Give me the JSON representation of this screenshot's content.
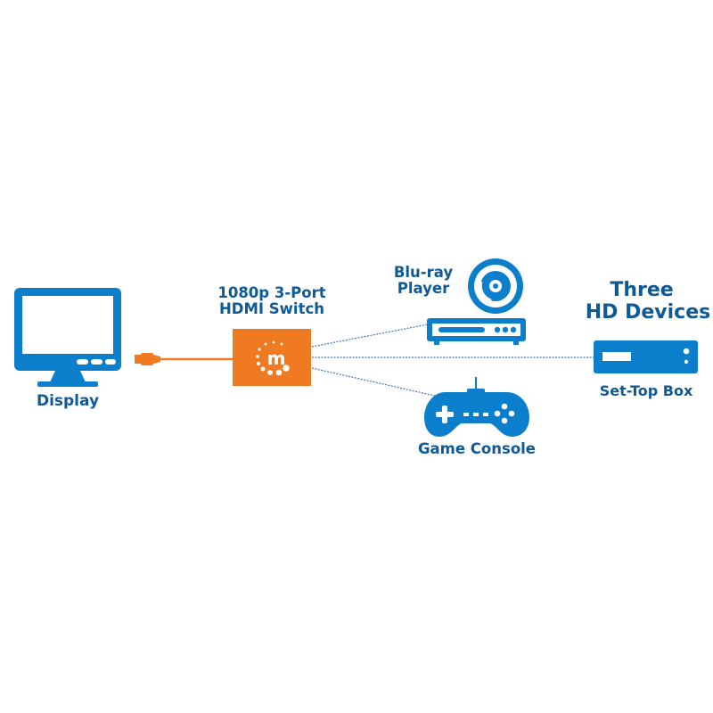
{
  "diagram": {
    "colors": {
      "device_blue": "#0b7fcb",
      "label_blue": "#0f5a96",
      "switch_orange": "#ef7a22",
      "line_blue": "#3a78b8",
      "white": "#ffffff"
    },
    "display": {
      "label": "Display",
      "icon": "monitor-icon"
    },
    "switch": {
      "label_line1": "1080p 3-Port",
      "label_line2": "HDMI Switch",
      "icon": "manhattan-logo-icon",
      "logo_letter": "m"
    },
    "cable": {
      "icon": "hdmi-connector-icon"
    },
    "devices_heading": {
      "line1": "Three",
      "line2": "HD Devices"
    },
    "devices": [
      {
        "id": "bluray",
        "label_line1": "Blu-ray",
        "label_line2": "Player",
        "icon": "bluray-player-icon"
      },
      {
        "id": "settop",
        "label": "Set-Top Box",
        "icon": "set-top-box-icon"
      },
      {
        "id": "console",
        "label": "Game Console",
        "icon": "gamepad-icon"
      }
    ]
  }
}
